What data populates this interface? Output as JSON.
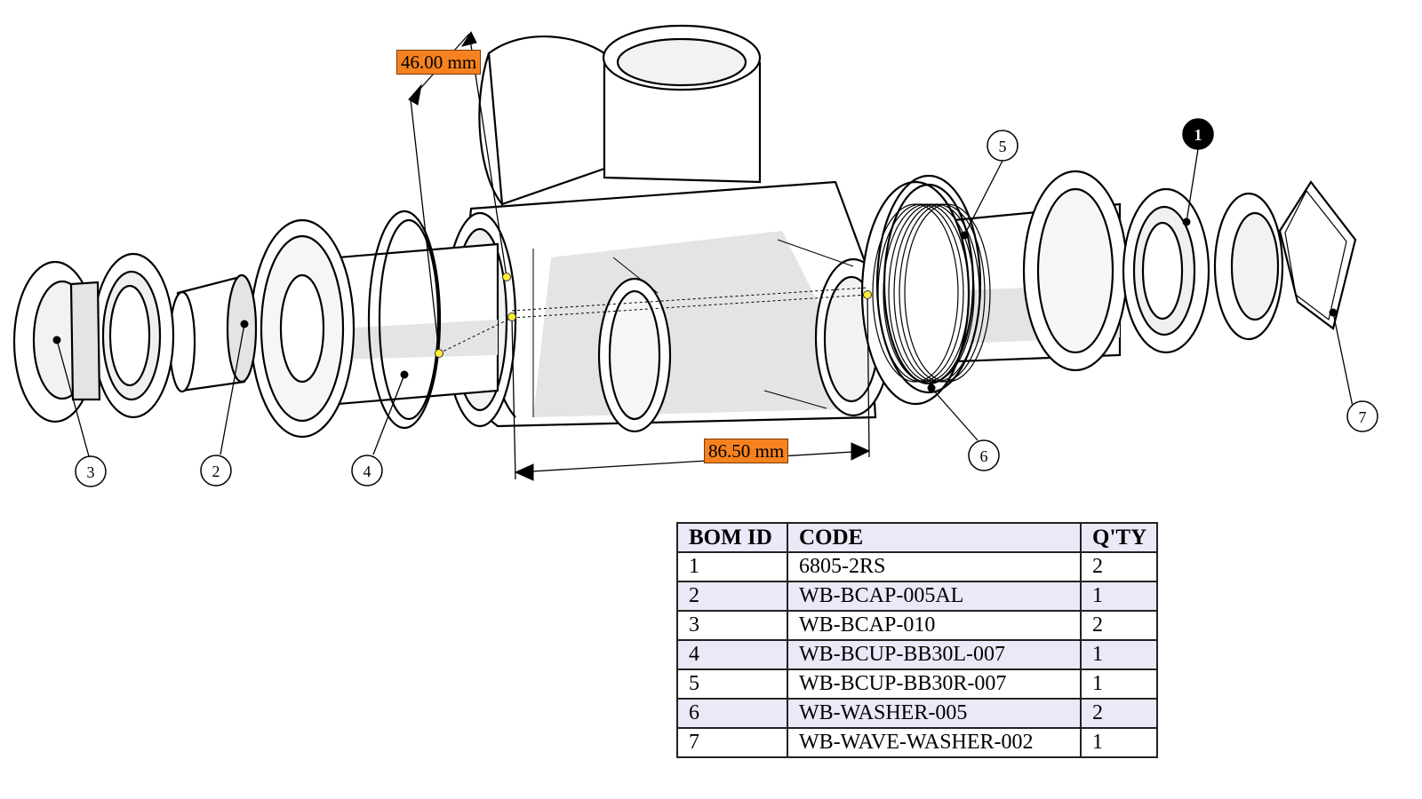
{
  "dimensions": [
    {
      "id": "dim-top",
      "label": "46.00 mm"
    },
    {
      "id": "dim-bottom",
      "label": "86.50 mm"
    }
  ],
  "callouts": [
    {
      "id": "1",
      "text": "1",
      "style": "filled"
    },
    {
      "id": "2",
      "text": "2",
      "style": "outline"
    },
    {
      "id": "3",
      "text": "3",
      "style": "outline"
    },
    {
      "id": "4",
      "text": "4",
      "style": "outline"
    },
    {
      "id": "5",
      "text": "5",
      "style": "outline"
    },
    {
      "id": "6",
      "text": "6",
      "style": "outline"
    },
    {
      "id": "7",
      "text": "7",
      "style": "outline"
    }
  ],
  "bom": {
    "headers": [
      "BOM ID",
      "CODE",
      "Q'TY"
    ],
    "rows": [
      {
        "id": "1",
        "code": "6805-2RS",
        "qty": "2"
      },
      {
        "id": "2",
        "code": "WB-BCAP-005AL",
        "qty": "1"
      },
      {
        "id": "3",
        "code": "WB-BCAP-010",
        "qty": "2"
      },
      {
        "id": "4",
        "code": "WB-BCUP-BB30L-007",
        "qty": "1"
      },
      {
        "id": "5",
        "code": "WB-BCUP-BB30R-007",
        "qty": "1"
      },
      {
        "id": "6",
        "code": "WB-WASHER-005",
        "qty": "2"
      },
      {
        "id": "7",
        "code": "WB-WAVE-WASHER-002",
        "qty": "1"
      }
    ]
  },
  "colors": {
    "dimension_label_bg": "#f5821f",
    "table_header_bg": "#e9e9f8",
    "table_alt_row_bg": "#e9e9f8",
    "line": "#000000",
    "shading": "#e4e4e4",
    "dimension_point": "#ffee33"
  }
}
